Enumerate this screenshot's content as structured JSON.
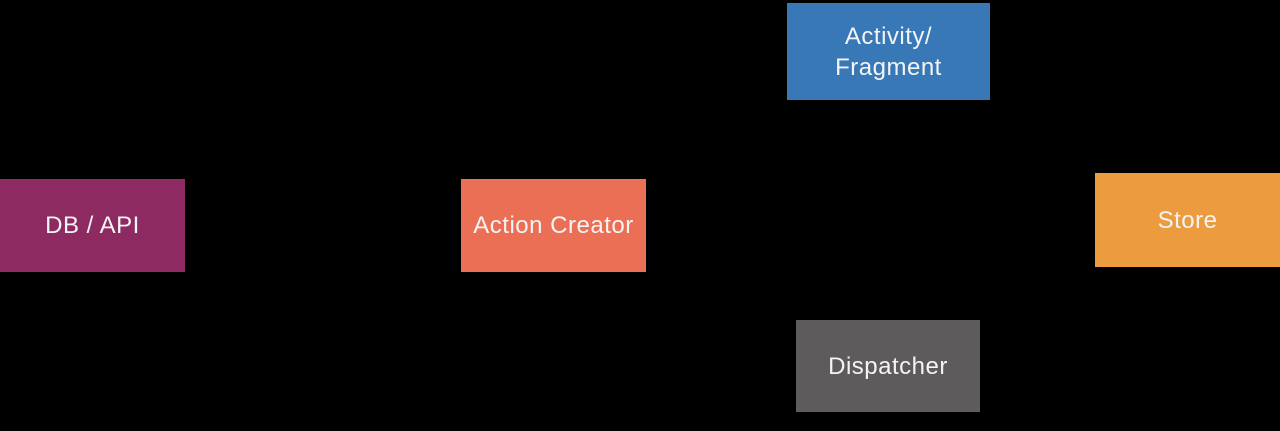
{
  "diagram": {
    "background_color": "#000000",
    "text_color": "#f4f4f4",
    "nodes": [
      {
        "id": "activity-fragment",
        "label": "Activity/Fragment",
        "label_line1": "Activity/",
        "label_line2": "Fragment",
        "color": "#3878b6"
      },
      {
        "id": "db-api",
        "label": "DB / API",
        "color": "#8d2a61"
      },
      {
        "id": "action-creator",
        "label": "Action Creator",
        "color": "#ea6f55"
      },
      {
        "id": "store",
        "label": "Store",
        "color": "#ec9b3e"
      },
      {
        "id": "dispatcher",
        "label": "Dispatcher",
        "color": "#5d5b5b"
      }
    ]
  }
}
